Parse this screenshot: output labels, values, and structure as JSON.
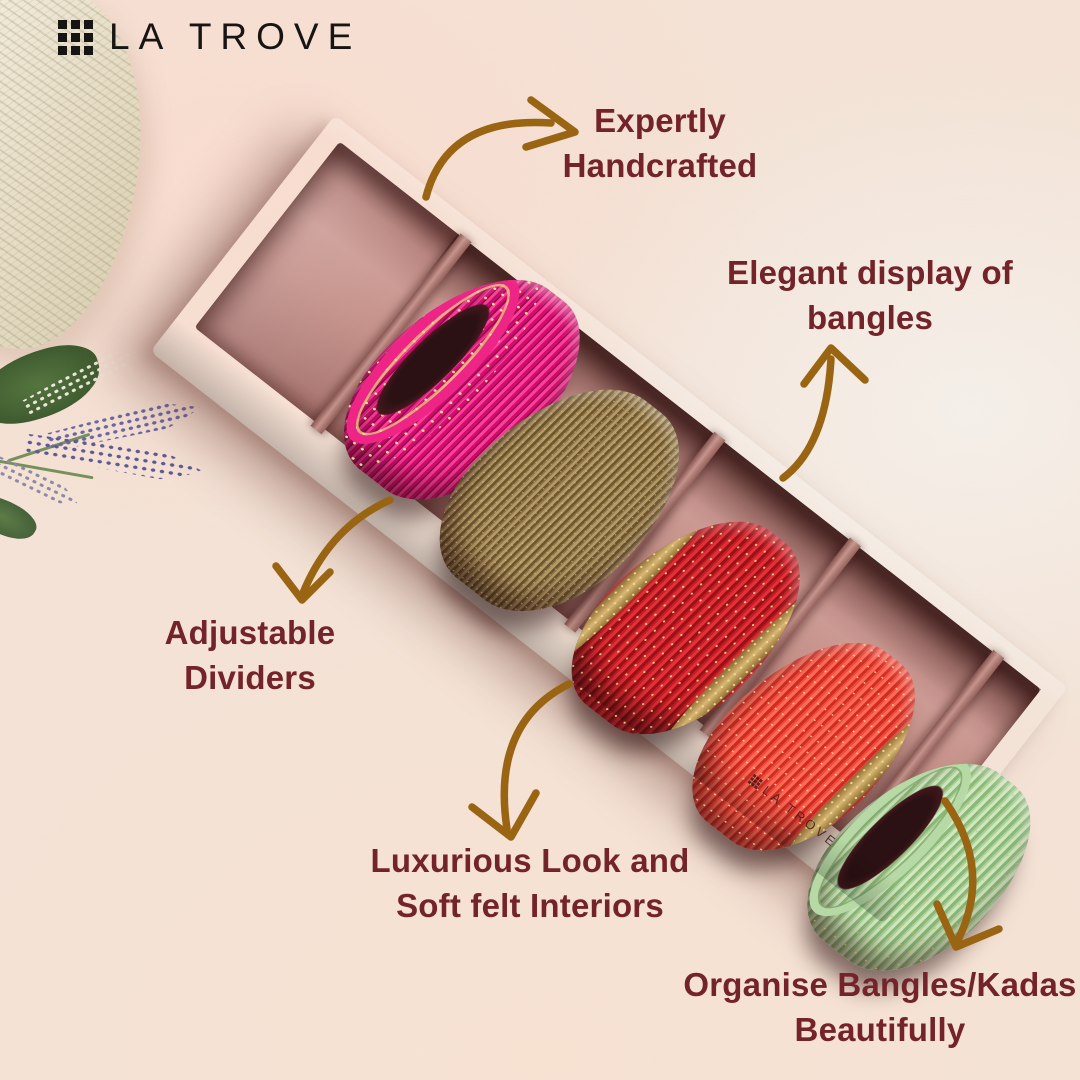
{
  "page_type": "product-feature-infographic",
  "brand": {
    "name": "LA TROVE",
    "logo_icon": "grid-3x3-icon"
  },
  "annotations": {
    "expertly": {
      "line1": "Expertly",
      "line2": "Handcrafted"
    },
    "elegant": {
      "line1": "Elegant display of",
      "line2": "bangles"
    },
    "adjustable": {
      "line1": "Adjustable",
      "line2": "Dividers"
    },
    "luxurious": {
      "line1": "Luxurious Look and",
      "line2": "Soft felt Interiors"
    },
    "organise": {
      "line1": "Organise Bangles/Kadas",
      "line2": "Beautifully"
    }
  },
  "product": {
    "type": "bangle organizer box with felt interior",
    "embossed_brand": "LA TROVE",
    "compartments": [
      "empty compartment",
      "pink bangles with gold kundan rows and antique gold bangles",
      "red studded bangles with champagne stone end bangles",
      "coral red glitter bangles with gold end bangle",
      "sage green bangles with gold flecks"
    ]
  },
  "colors": {
    "annotation_text": "#73232a",
    "arrow": "#9a6513",
    "logo": "#171513",
    "background": "#f3e2d5",
    "box": "#a87170",
    "box_interior": "#c49189",
    "bangle_pink": "#d10e6e",
    "bangle_gold": "#93784a",
    "bangle_red": "#c31e25",
    "bangle_coral": "#ee4a3d",
    "bangle_green": "#abd098"
  },
  "decor": [
    "white carved leaf object",
    "lavender sprigs"
  ]
}
